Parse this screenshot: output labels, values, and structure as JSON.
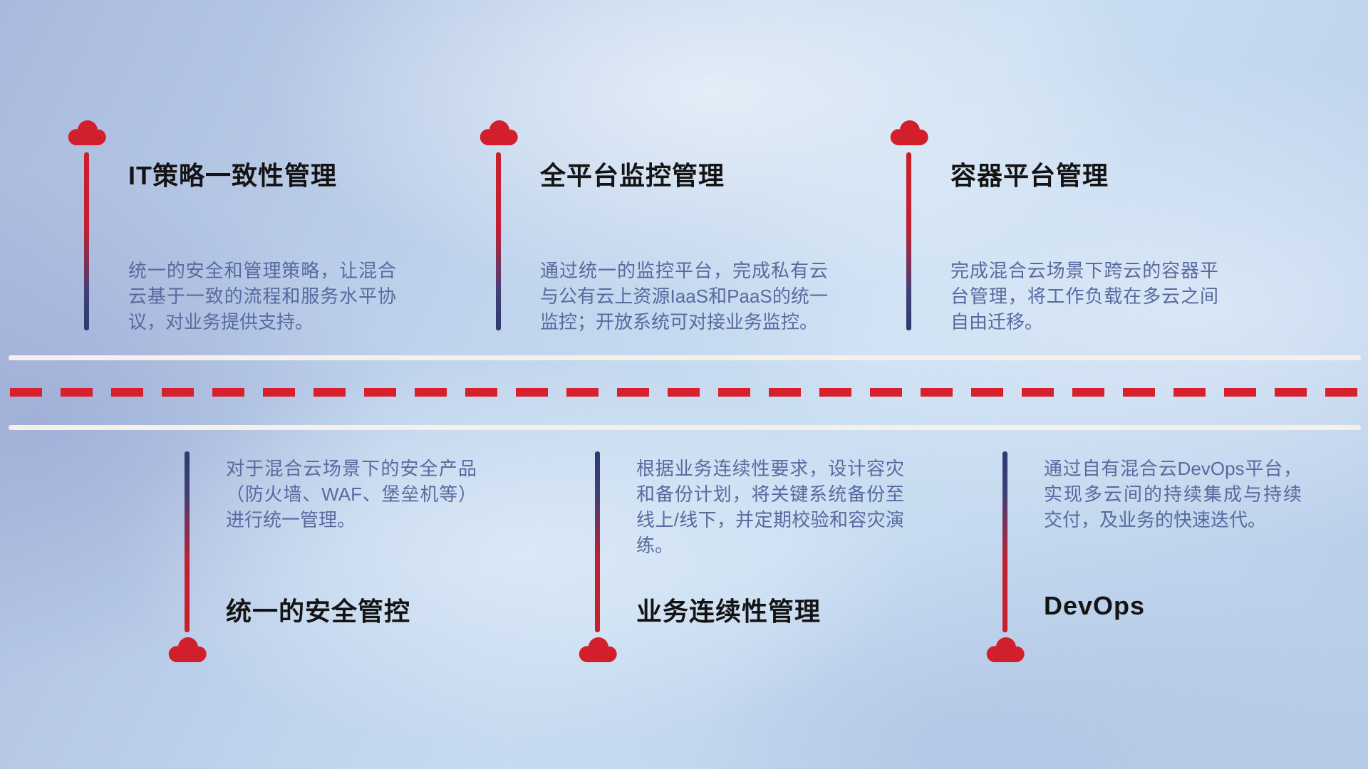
{
  "top_items": [
    {
      "title": "IT策略一致性管理",
      "description": "统一的安全和管理策略，让混合云基于一致的流程和服务水平协议，对业务提供支持。"
    },
    {
      "title": "全平台监控管理",
      "description": "通过统一的监控平台，完成私有云与公有云上资源IaaS和PaaS的统一监控；开放系统可对接业务监控。"
    },
    {
      "title": "容器平台管理",
      "description": "完成混合云场景下跨云的容器平台管理，将工作负载在多云之间自由迁移。"
    }
  ],
  "bottom_items": [
    {
      "title": "统一的安全管控",
      "description": "对于混合云场景下的安全产品（防火墙、WAF、堡垒机等）进行统一管理。"
    },
    {
      "title": "业务连续性管理",
      "description": "根据业务连续性要求，设计容灾和备份计划，将关键系统备份至线上/线下，并定期校验和容灾演练。"
    },
    {
      "title": "DevOps",
      "description": "通过自有混合云DevOps平台，实现多云间的持续集成与持续交付，及业务的快速迭代。"
    }
  ],
  "icons": {
    "marker": "cloud-icon"
  },
  "colors": {
    "cloud_red": "#d11f2c",
    "dash_red": "#d8202d",
    "road_line": "#f5f1ea",
    "pole_red": "#cc1f2b",
    "pole_navy": "#2f3a6e",
    "title_text": "#141414",
    "description_text": "#5a699f"
  }
}
